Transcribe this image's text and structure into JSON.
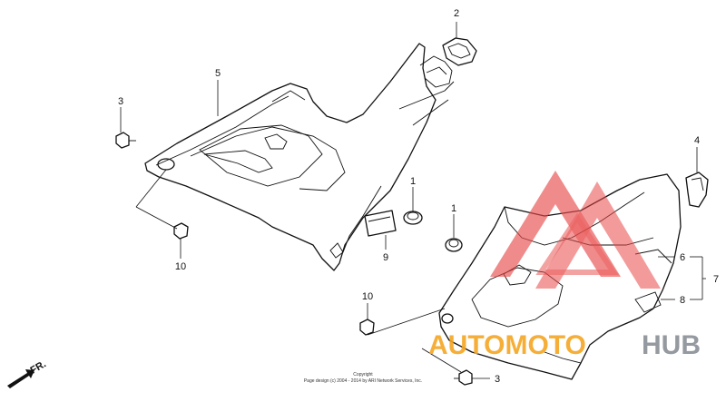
{
  "callouts": {
    "c1a": "1",
    "c1b": "1",
    "c2": "2",
    "c3a": "3",
    "c3b": "3",
    "c4": "4",
    "c5": "5",
    "c6": "6",
    "c7": "7",
    "c8": "8",
    "c9": "9",
    "c10a": "10",
    "c10b": "10"
  },
  "direction_label": "FR.",
  "copyright": {
    "line1": "Copyright",
    "line2": "Page design (c) 2004 - 2014 by ARI Network Services, Inc."
  },
  "watermark": {
    "word_orange": "AUTOMOTO",
    "word_gray": "HUB",
    "color_red": "#e84a4a",
    "color_orange": "#f5a623",
    "color_gray": "#8a8f96"
  }
}
